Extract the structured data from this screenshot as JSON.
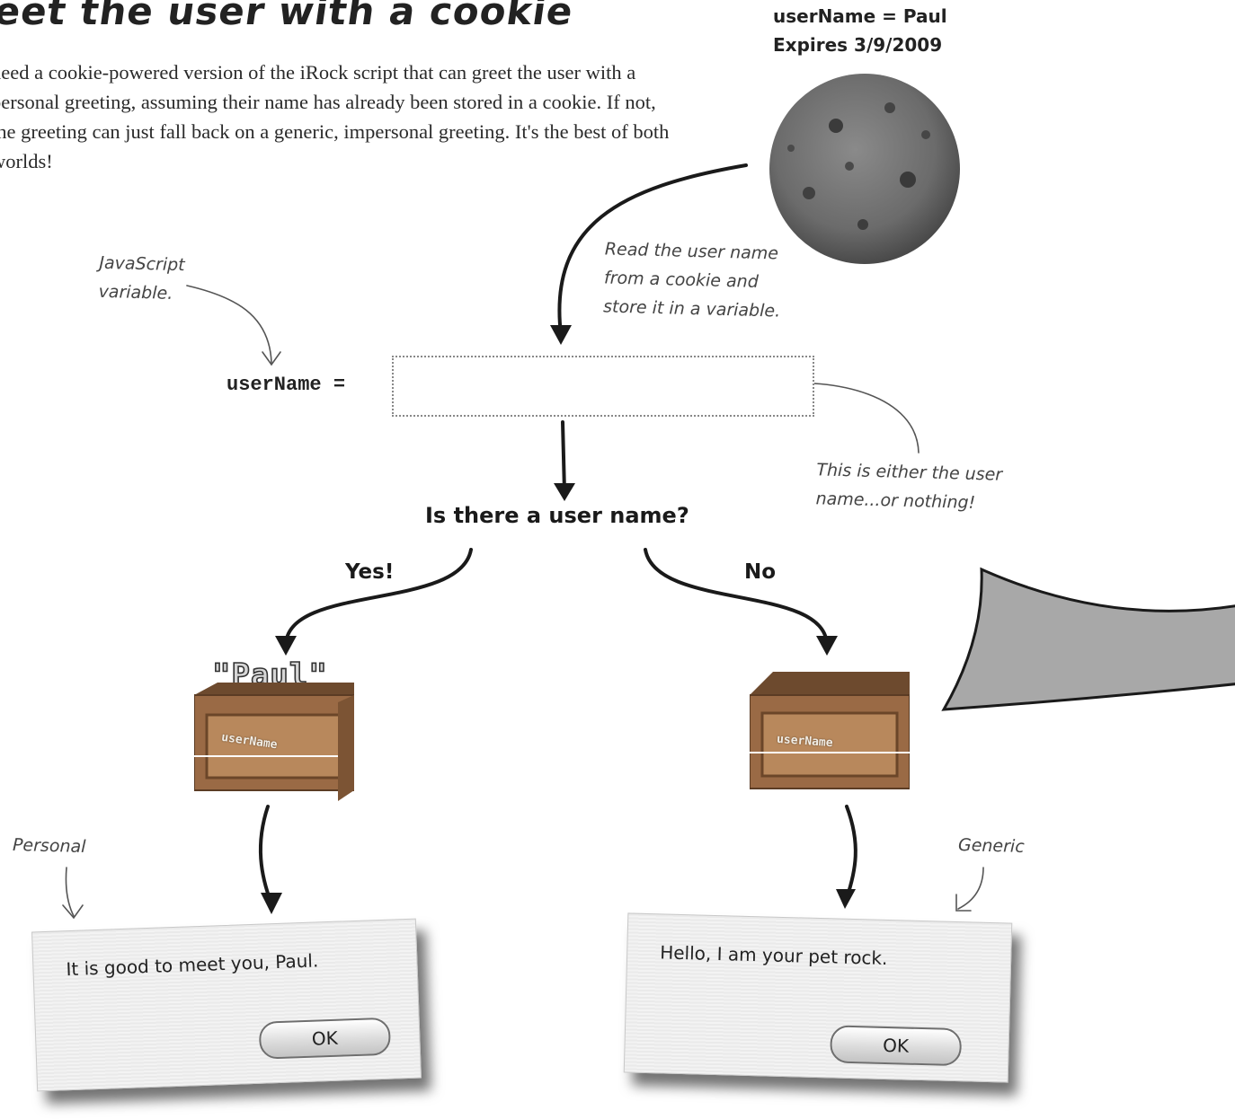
{
  "header": {
    "title": "eet the user with a cookie",
    "intro": "need a cookie-powered version of the iRock script that can greet the user with a personal greeting, assuming their name has already been stored in a cookie. If not, the greeting can just fall back on a generic, impersonal greeting. It's the best of both worlds!"
  },
  "cookie": {
    "line1": "userName = Paul",
    "line2": "Expires 3/9/2009",
    "color": "#6e6e6e"
  },
  "notes": {
    "js_variable": "JavaScript\nvariable.",
    "read_cookie": "Read the user name\nfrom a cookie and\nstore it in a variable.",
    "either": "This is either the user\nname...or nothing!",
    "personal": "Personal",
    "generic": "Generic"
  },
  "variable": {
    "code_label": "userName ="
  },
  "decision": {
    "question": "Is there a user name?",
    "yes_label": "Yes!",
    "no_label": "No"
  },
  "crates": {
    "filled_value": "\"Paul\"",
    "left_label": "userName",
    "right_label": "userName",
    "wood_color": "#9a6a45"
  },
  "dialogs": {
    "personal_message": "It is good to meet you, Paul.",
    "personal_button": "OK",
    "generic_message": "Hello, I am your pet rock.",
    "generic_button": "OK"
  },
  "rock_shape_color": "#a8a8a8"
}
